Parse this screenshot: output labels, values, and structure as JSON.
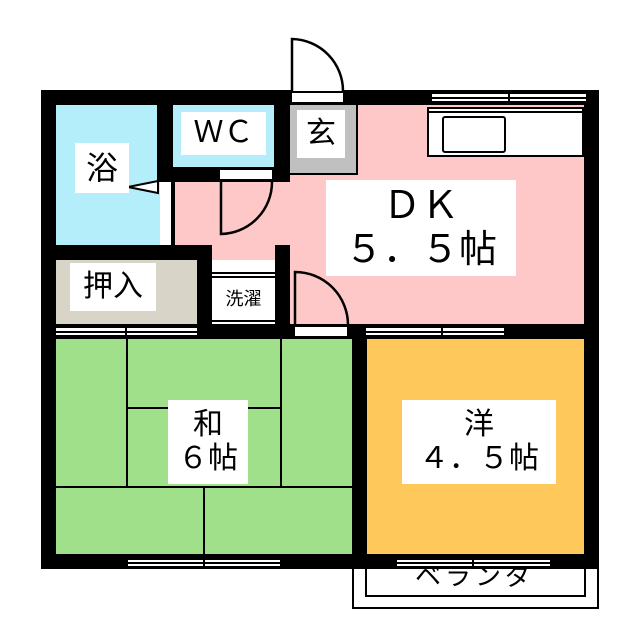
{
  "floorplan": {
    "rooms": {
      "bath": {
        "label": "浴",
        "color": "#b3eefa"
      },
      "wc": {
        "label": "ＷＣ",
        "color": "#b3eefa"
      },
      "entrance": {
        "label": "玄",
        "color": "#c0c0c0"
      },
      "dk": {
        "label_line1": "ＤＫ",
        "label_line2": "５．５帖",
        "color": "#ffc8c8"
      },
      "closet": {
        "label": "押入",
        "color": "#d8d4c8"
      },
      "laundry": {
        "label": "洗濯",
        "color": "#ffffff"
      },
      "japanese": {
        "label_line1": "和",
        "label_line2": "６帖",
        "color": "#a0e08a"
      },
      "western": {
        "label_line1": "洋",
        "label_line2": "４．５帖",
        "color": "#ffc85a"
      },
      "balcony": {
        "label": "ベランダ"
      }
    },
    "colors": {
      "wall": "#000000",
      "background": "#ffffff"
    }
  }
}
